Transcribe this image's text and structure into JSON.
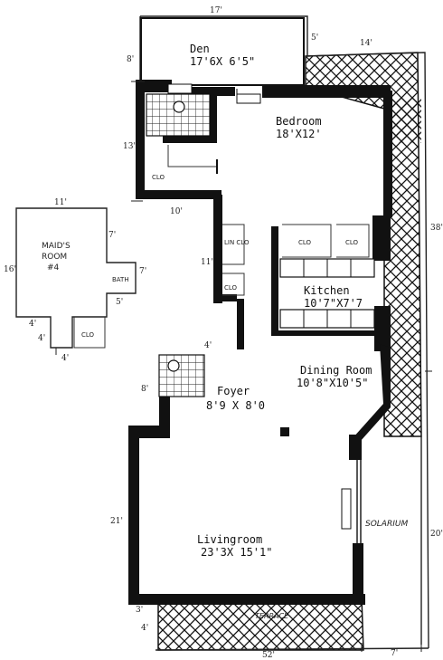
{
  "rooms": {
    "den": {
      "name": "Den",
      "dims": "17'6X 6'5\""
    },
    "bedroom": {
      "name": "Bedroom",
      "dims": "18'X12'"
    },
    "maids_room": {
      "line1": "MAID'S",
      "line2": "ROOM",
      "line3": "#4"
    },
    "kitchen": {
      "name": "Kitchen",
      "dims": "10'7\"X7'7"
    },
    "dining": {
      "name": "Dining Room",
      "dims": "10'8\"X10'5\""
    },
    "foyer": {
      "name": "Foyer",
      "dims": "8'9 X 8'0"
    },
    "living": {
      "name": "Livingroom",
      "dims": "23'3X 15'1\""
    },
    "solarium": {
      "name": "SOLARIUM"
    },
    "terrace": {
      "name": "TERRACE"
    }
  },
  "labels": {
    "clo_bedroom": "CLO",
    "clo_kitchen_1": "CLO",
    "clo_kitchen_2": "CLO",
    "lin_clo": "LIN CLO",
    "clo_hall": "CLO",
    "clo_maid": "CLO",
    "bath_maid": "BATH"
  },
  "dimensions": {
    "top_17": "17'",
    "top_5": "5'",
    "top_14": "14'",
    "left_8": "8'",
    "left_13": "13'",
    "maid_11": "11'",
    "maid_7": "7'",
    "maid_16": "16'",
    "maid_7b": "7'",
    "maid_5": "5'",
    "maid_4a": "4'",
    "maid_4b": "4'",
    "maid_bottom": "4'",
    "hall_10": "10'",
    "hall_11": "11'",
    "right_38": "38'",
    "foyer_8": "8'",
    "foyer_4": "4'",
    "living_21": "21'",
    "bottom_3": "3'",
    "bottom_4": "4'",
    "bottom_52": "52'",
    "bottom_7": "7'",
    "right_20": "20'"
  }
}
